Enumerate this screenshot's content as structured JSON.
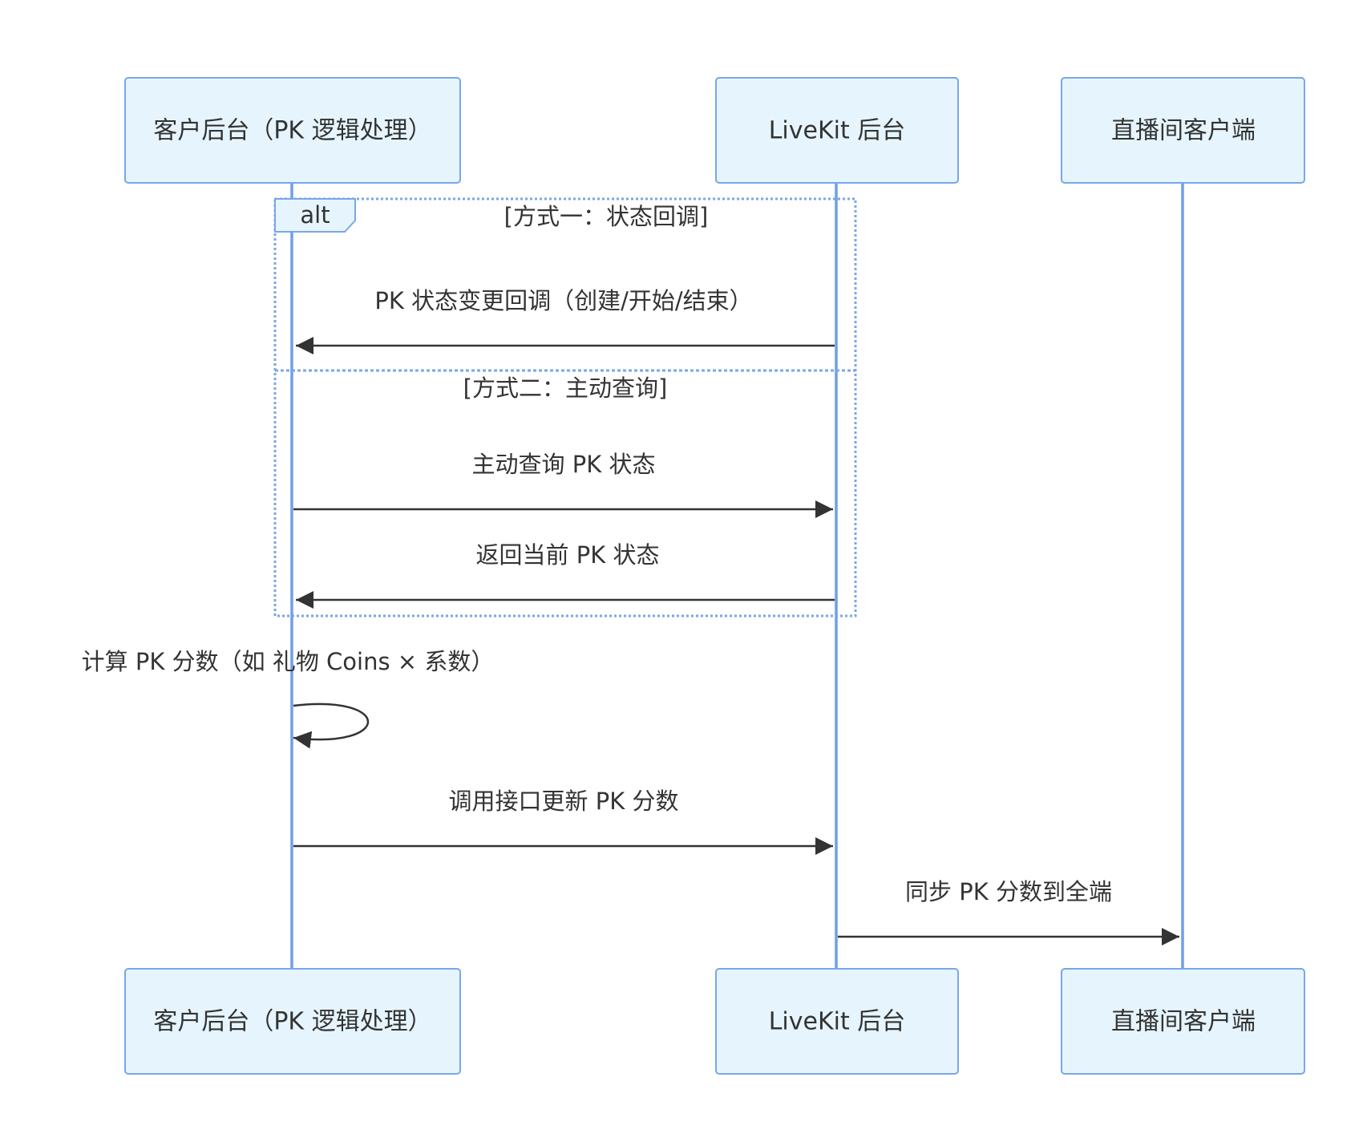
{
  "colors": {
    "actor_fill": "#e6f5fd",
    "actor_stroke": "#7aa6e8",
    "lifeline": "#6f9fe6",
    "message": "#333333",
    "alt_border": "#7aa6e8",
    "text": "#333333"
  },
  "participants": [
    {
      "id": "backend",
      "label": "客户后台（PK 逻辑处理）"
    },
    {
      "id": "livekit",
      "label": "LiveKit 后台"
    },
    {
      "id": "client",
      "label": "直播间客户端"
    }
  ],
  "alt_block": {
    "keyword": "alt",
    "sections": [
      {
        "condition": "[方式一：状态回调]"
      },
      {
        "condition": "[方式二：主动查询]"
      }
    ]
  },
  "messages": [
    {
      "from": "livekit",
      "to": "backend",
      "label": "PK 状态变更回调（创建/开始/结束）"
    },
    {
      "from": "backend",
      "to": "livekit",
      "label": "主动查询 PK 状态"
    },
    {
      "from": "livekit",
      "to": "backend",
      "label": "返回当前 PK 状态"
    },
    {
      "from": "backend",
      "to": "backend",
      "label": "计算 PK 分数（如 礼物 Coins × 系数）"
    },
    {
      "from": "backend",
      "to": "livekit",
      "label": "调用接口更新 PK 分数"
    },
    {
      "from": "livekit",
      "to": "client",
      "label": "同步 PK 分数到全端"
    }
  ]
}
